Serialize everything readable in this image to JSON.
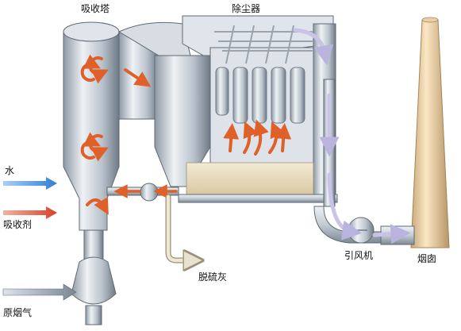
{
  "labels": {
    "absorber": "吸收塔",
    "dust_collector": "除尘器",
    "water": "水",
    "absorbent": "吸收剂",
    "raw_flue_gas": "原烟气",
    "desulfurization_ash": "脱硫灰",
    "induced_draft_fan": "引风机",
    "chimney": "烟囱"
  },
  "colors": {
    "steel_light": "#e4e9ee",
    "steel_mid": "#b9c2cb",
    "steel_dark": "#6f7a86",
    "flow_hot": "#e0602a",
    "flow_clean": "#d9d6ee",
    "water_arrow": "#4a8fd8",
    "absorbent_arrow": "#e0503a",
    "chimney": "#f0d3a2",
    "ash": "#e8dcbf"
  }
}
